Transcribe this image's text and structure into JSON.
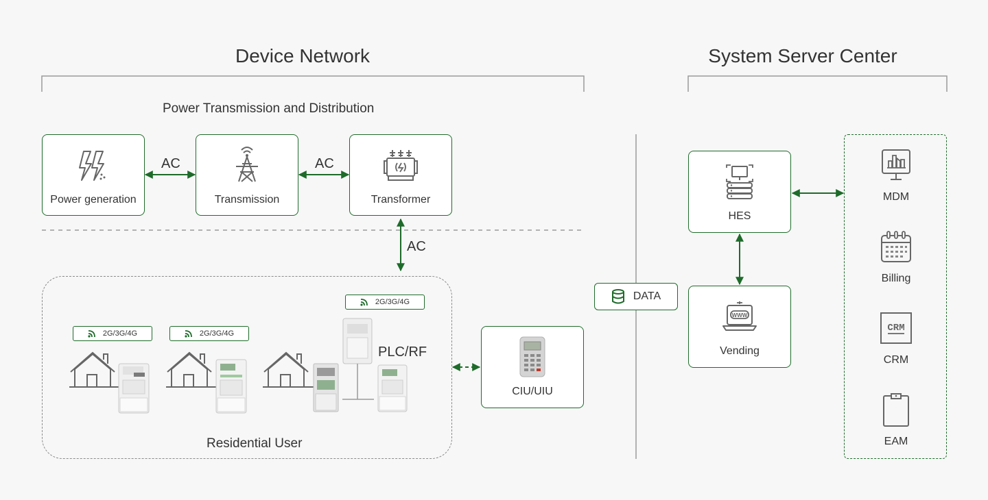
{
  "sections": {
    "device_network": "Device Network",
    "system_server_center": "System Server Center"
  },
  "power": {
    "subtitle": "Power Transmission and Distribution",
    "nodes": [
      "Power generation",
      "Transmission",
      "Transformer"
    ],
    "links": [
      "AC",
      "AC",
      "AC"
    ]
  },
  "residential": {
    "label": "Residential User",
    "network_badge": "2G/3G/4G",
    "plc_label": "PLC/RF"
  },
  "ciu": {
    "label": "CIU/UIU"
  },
  "data_pill": {
    "label": "DATA"
  },
  "server": {
    "hes": "HES",
    "vending": "Vending",
    "systems": [
      "MDM",
      "Billing",
      "CRM",
      "EAM"
    ]
  },
  "colors": {
    "accent": "#1e6b2a",
    "icon": "#666666",
    "divider": "#9a9a9a",
    "background": "#f7f7f7"
  },
  "icons": [
    "lightning-icon",
    "transmission-tower-icon",
    "transformer-icon",
    "signal-icon",
    "database-icon",
    "server-monitor-icon",
    "www-laptop-icon",
    "chart-monitor-icon",
    "calendar-icon",
    "crm-icon",
    "clipboard-icon",
    "house-icon",
    "meter-icon"
  ]
}
